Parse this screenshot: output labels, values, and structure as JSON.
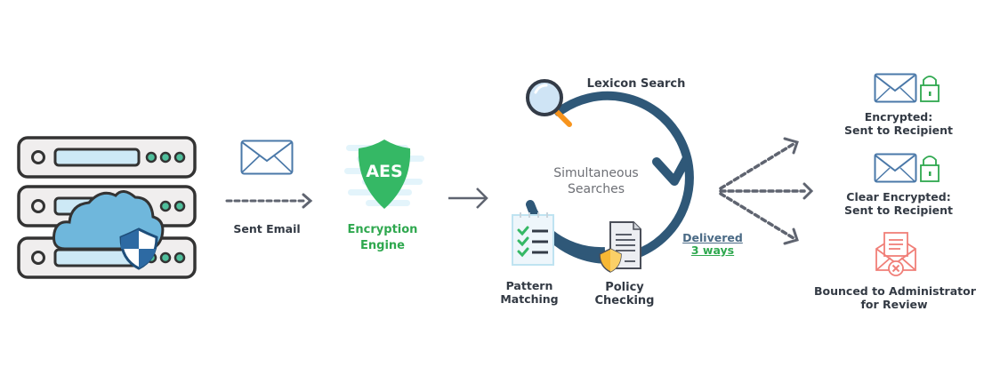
{
  "diagram": {
    "title": "Email encryption and content filtering flow",
    "source": {
      "name": "Email server with cloud security",
      "icon": "server-cloud-shield-icon"
    },
    "steps": [
      {
        "id": "sent-email",
        "label": "Sent Email",
        "icon": "envelope-icon"
      },
      {
        "id": "encryption-engine",
        "label_line1": "Encryption",
        "label_line2": "Engine",
        "badge_text": "AES",
        "icon": "aes-shield-icon",
        "color": "#2fa84f"
      }
    ],
    "search_cycle": {
      "center_line1": "Simultaneous",
      "center_line2": "Searches",
      "nodes": [
        {
          "id": "lexicon-search",
          "label": "Lexicon Search",
          "icon": "magnifier-icon"
        },
        {
          "id": "pattern-matching",
          "label_line1": "Pattern",
          "label_line2": "Matching",
          "icon": "checklist-icon"
        },
        {
          "id": "policy-checking",
          "label_line1": "Policy",
          "label_line2": "Checking",
          "icon": "policy-document-shield-icon"
        }
      ],
      "ring_color": "#2f5878"
    },
    "delivery": {
      "line1": "Delivered",
      "line2": "3 ways",
      "outcomes": [
        {
          "id": "encrypted",
          "label_line1": "Encrypted:",
          "label_line2": "Sent to Recipient",
          "icon": "envelope-lock-icon"
        },
        {
          "id": "clear-encrypted",
          "label_line1": "Clear Encrypted:",
          "label_line2": "Sent to Recipient",
          "icon": "envelope-lock-icon"
        },
        {
          "id": "bounced",
          "label_line1": "Bounced to Administrator",
          "label_line2": "for Review",
          "icon": "bounced-envelope-icon",
          "color": "#f07f78"
        }
      ]
    },
    "colors": {
      "text": "#333a44",
      "green": "#2fa84f",
      "blue": "#4a78a8",
      "arrow": "#5f6470"
    }
  }
}
